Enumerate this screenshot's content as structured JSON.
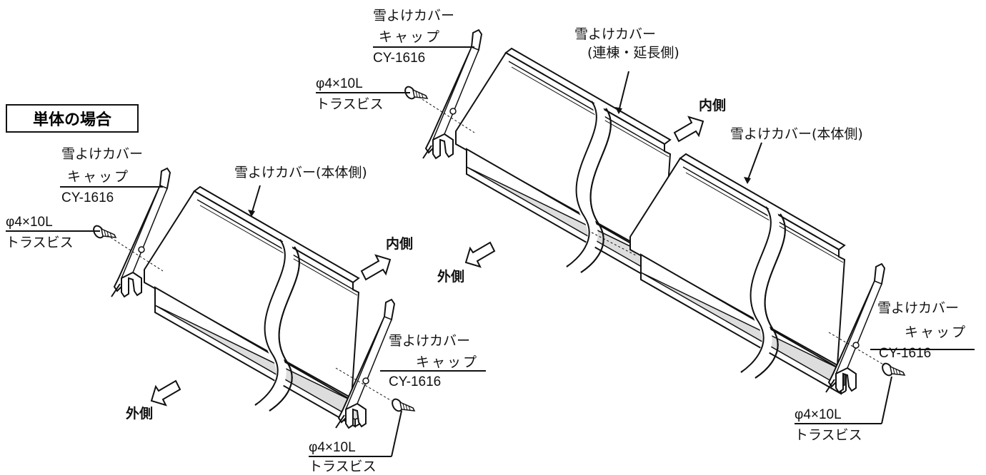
{
  "title": "単体の場合",
  "labels": {
    "cap_name": "雪よけカバー",
    "cap_suffix": "キャップ",
    "cap_code": "CY-1616",
    "screw_size": "φ4×10L",
    "screw_name": "トラスビス",
    "cover_body": "雪よけカバー(本体側)",
    "cover_ext_line1": "雪よけカバー",
    "cover_ext_line2": "(連棟・延長側)",
    "inside": "内側",
    "outside": "外側"
  },
  "colors": {
    "line": "#111111",
    "paper": "#ffffff",
    "shade": "#e6e6e6"
  }
}
